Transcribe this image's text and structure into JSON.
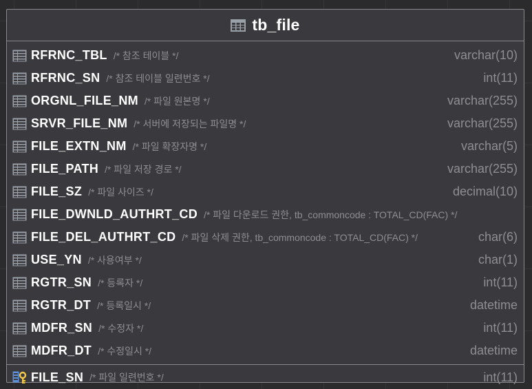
{
  "table": {
    "name": "tb_file",
    "icon": "table-icon",
    "columns": [
      {
        "name": "RFRNC_TBL",
        "comment": "/* 참조 테이블 */",
        "type": "varchar(10)"
      },
      {
        "name": "RFRNC_SN",
        "comment": "/* 참조 테이블 일련번호 */",
        "type": "int(11)"
      },
      {
        "name": "ORGNL_FILE_NM",
        "comment": "/* 파일 원본명 */",
        "type": "varchar(255)"
      },
      {
        "name": "SRVR_FILE_NM",
        "comment": "/* 서버에 저장되는 파일명 */",
        "type": "varchar(255)"
      },
      {
        "name": "FILE_EXTN_NM",
        "comment": "/* 파일 확장자명 */",
        "type": "varchar(5)"
      },
      {
        "name": "FILE_PATH",
        "comment": "/* 파일 저장 경로 */",
        "type": "varchar(255)"
      },
      {
        "name": "FILE_SZ",
        "comment": "/* 파일 사이즈 */",
        "type": "decimal(10)"
      },
      {
        "name": "FILE_DWNLD_AUTHRT_CD",
        "comment": "/* 파일 다운로드 권한, tb_commoncode : TOTAL_CD(FAC) */",
        "type": ""
      },
      {
        "name": "FILE_DEL_AUTHRT_CD",
        "comment": "/* 파일 삭제 권한, tb_commoncode : TOTAL_CD(FAC) */",
        "type": "char(6)"
      },
      {
        "name": "USE_YN",
        "comment": "/* 사용여부 */",
        "type": "char(1)"
      },
      {
        "name": "RGTR_SN",
        "comment": "/* 등록자 */",
        "type": "int(11)"
      },
      {
        "name": "RGTR_DT",
        "comment": "/* 등록일시 */",
        "type": "datetime"
      },
      {
        "name": "MDFR_SN",
        "comment": "/* 수정자 */",
        "type": "int(11)"
      },
      {
        "name": "MDFR_DT",
        "comment": "/* 수정일시 */",
        "type": "datetime"
      }
    ],
    "primary_key": {
      "name": "FILE_SN",
      "comment": "/* 파일 일련번호 */",
      "type": "int(11)",
      "icon": "primary-key-icon"
    }
  }
}
